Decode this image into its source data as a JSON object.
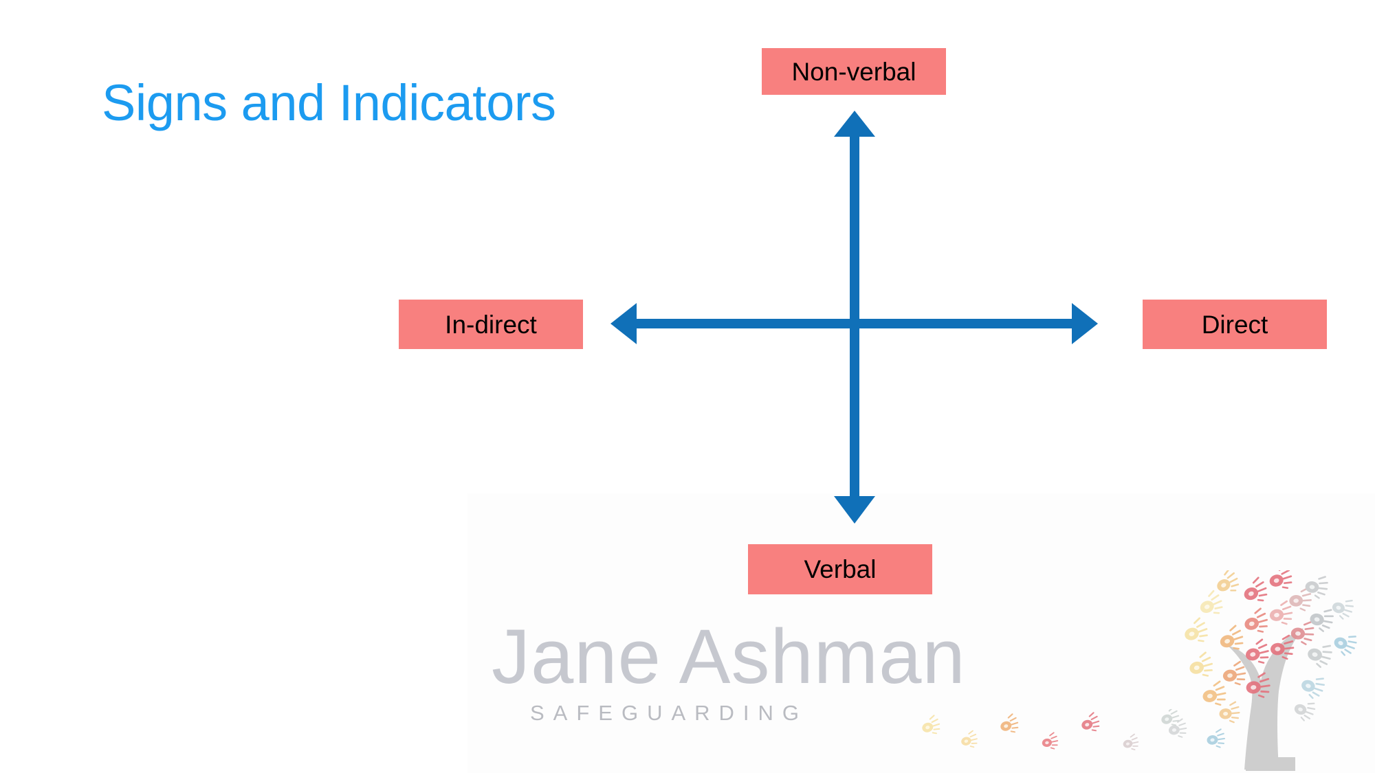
{
  "slide": {
    "title": "Signs and Indicators",
    "background_color": "#ffffff",
    "title_color": "#1c9bf0"
  },
  "diagram": {
    "type": "two-axis-quadrant",
    "accent_color": "#1070b8",
    "label_box_color": "#f8807f",
    "label_text_color": "#000000",
    "axes": [
      {
        "name": "vertical-axis",
        "orientation": "vertical",
        "top_label": "Non-verbal",
        "bottom_label": "Verbal"
      },
      {
        "name": "horizontal-axis",
        "orientation": "horizontal",
        "left_label": "In-direct",
        "right_label": "Direct"
      }
    ],
    "labels": {
      "top": "Non-verbal",
      "left": "In-direct",
      "right": "Direct",
      "bottom": "Verbal"
    }
  },
  "logo": {
    "wordmark": "Jane Ashman",
    "tagline": "SAFEGUARDING",
    "wordmark_color": "#c6c8cf",
    "tagline_color": "#b9bbc1",
    "tree_icon": "handprint-tree-icon",
    "handprint_colors": [
      "#f7e3a6",
      "#f5d79a",
      "#f0b87e",
      "#ec9a6e",
      "#e98a80",
      "#e4737e",
      "#d9d3d3",
      "#c9ccce",
      "#a9cfe0"
    ]
  }
}
